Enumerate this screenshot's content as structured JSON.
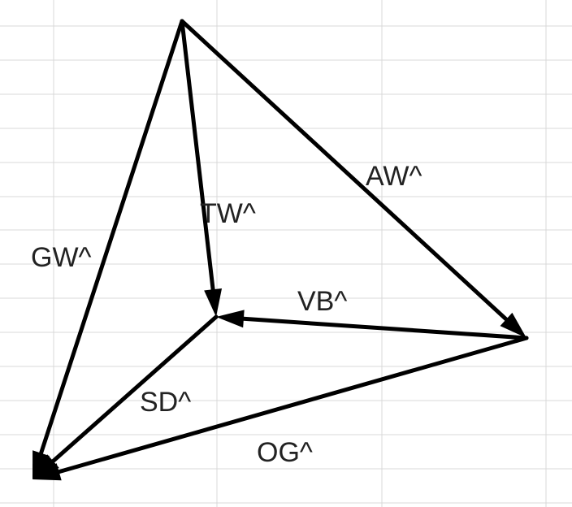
{
  "colors": {
    "background": "#ffffff",
    "gridline": "#d9d9d9",
    "arrow": "#000000",
    "label": "#222222"
  },
  "grid": {
    "visible": true
  },
  "edges": {
    "gw": {
      "label": "GW^"
    },
    "tw": {
      "label": "TW^"
    },
    "aw": {
      "label": "AW^"
    },
    "vb": {
      "label": "VB^"
    },
    "sd": {
      "label": "SD^"
    },
    "og": {
      "label": "OG^"
    }
  }
}
